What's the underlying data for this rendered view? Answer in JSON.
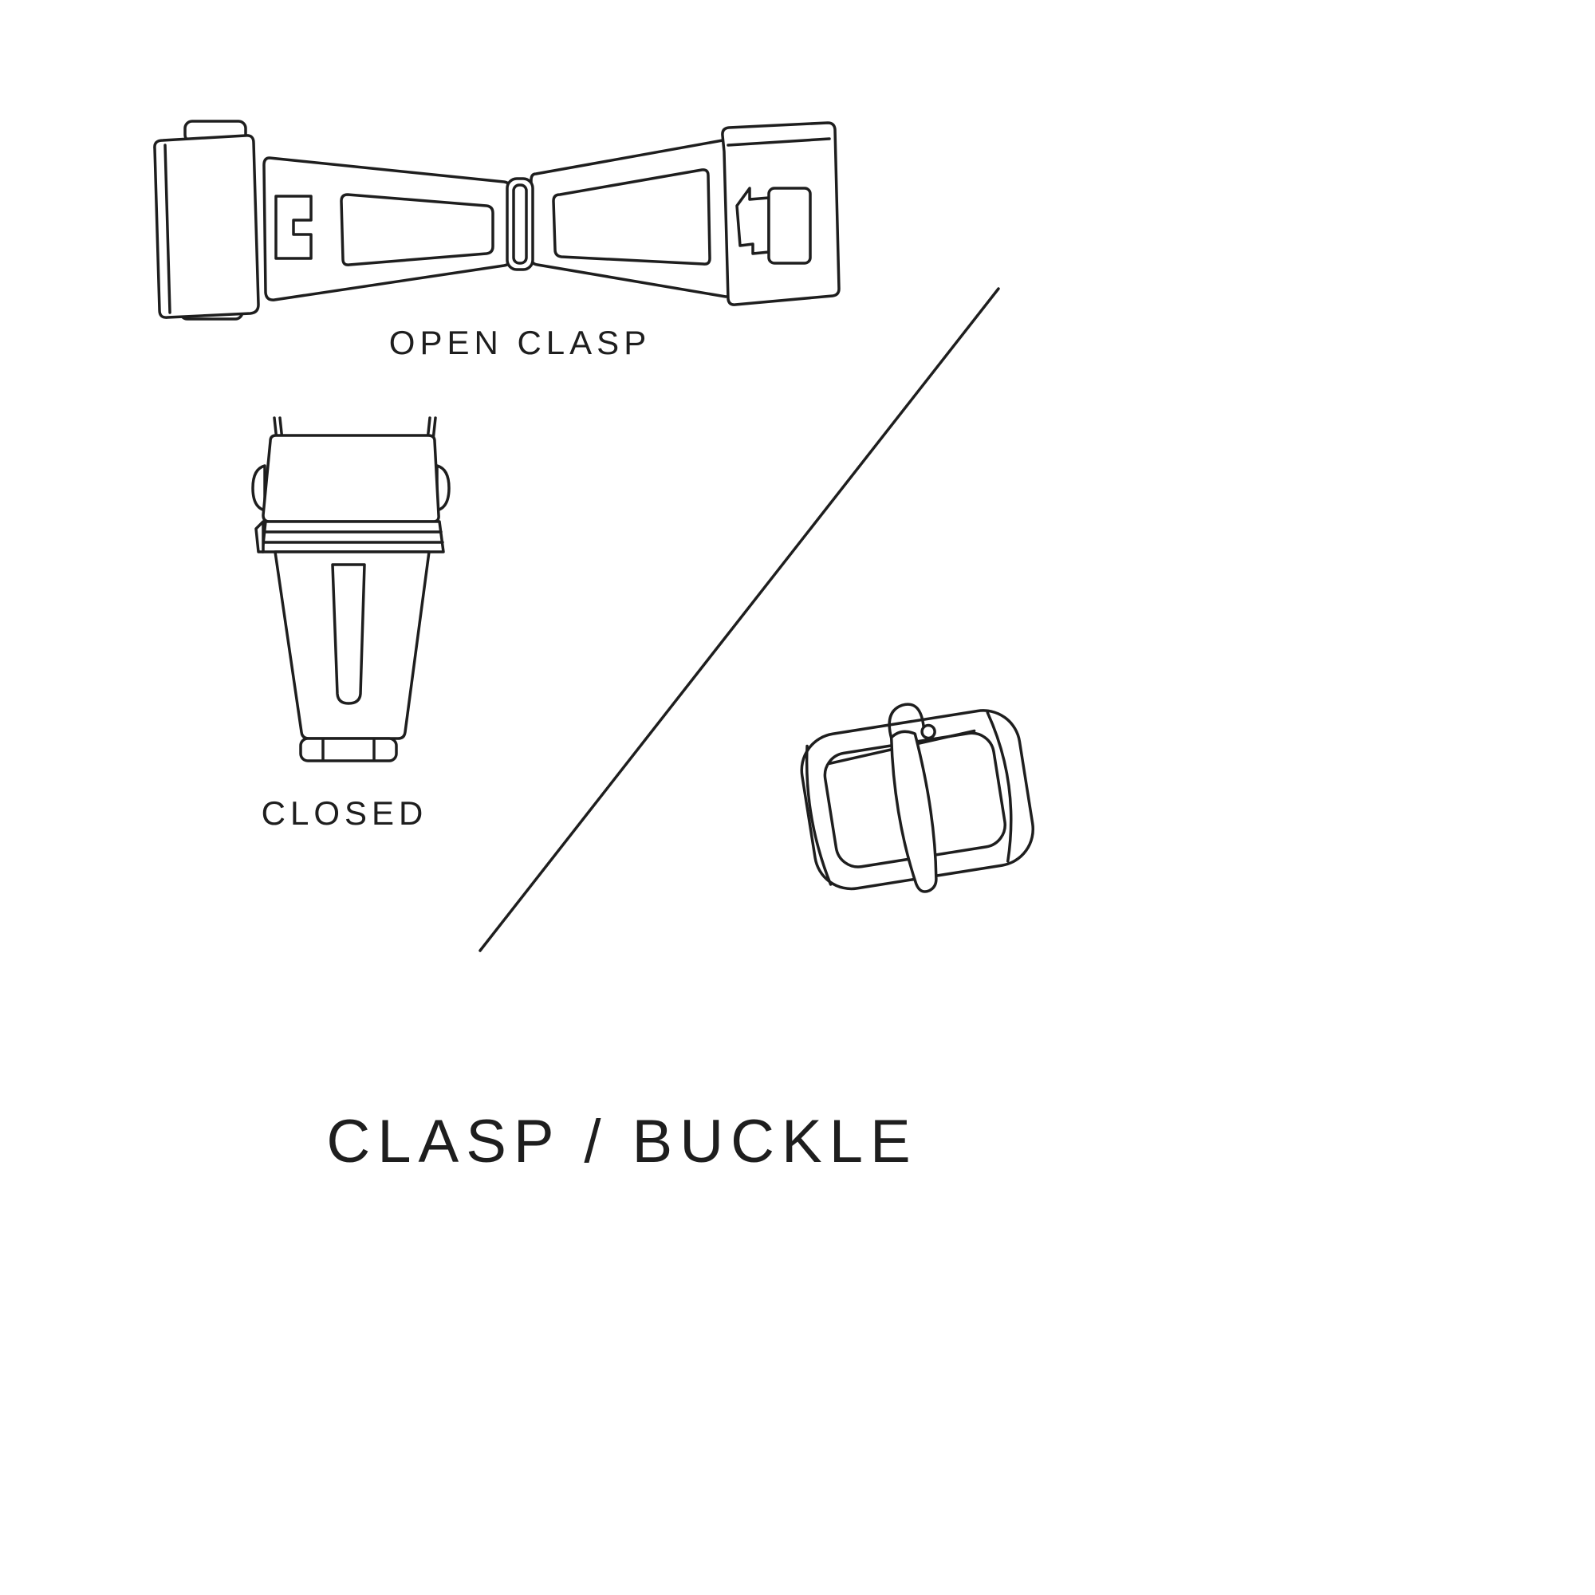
{
  "colors": {
    "background": "#ffffff",
    "ink": "#1e1e1e"
  },
  "captions": {
    "open_clasp": "OPEN CLASP",
    "closed": "CLOSED"
  },
  "title": "CLASP / BUCKLE"
}
